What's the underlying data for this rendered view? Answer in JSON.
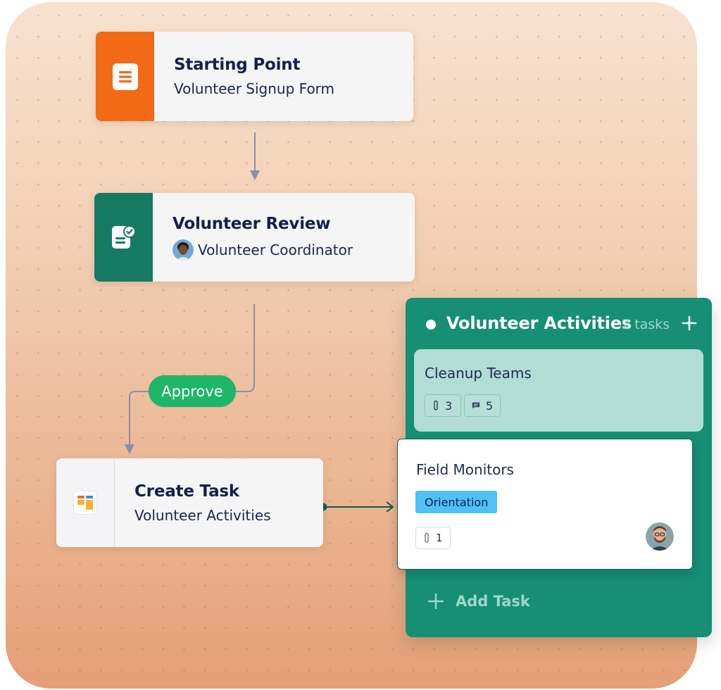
{
  "nodes": {
    "start": {
      "title": "Starting Point",
      "subtitle": "Volunteer Signup Form",
      "icon": "form-icon"
    },
    "review": {
      "title": "Volunteer Review",
      "assignee": "Volunteer Coordinator",
      "icon": "review-check-icon"
    },
    "create_task": {
      "title": "Create Task",
      "subtitle": "Volunteer Activities",
      "icon": "board-icon"
    }
  },
  "connector_label": "Approve",
  "panel": {
    "title": "Volunteer Activities",
    "count": "2 tasks",
    "add_label": "Add Task",
    "cards": [
      {
        "title": "Cleanup Teams",
        "attachments": "3",
        "comments": "5"
      },
      {
        "title": "Field Monitors",
        "tag": "Orientation",
        "attachments": "1"
      }
    ]
  },
  "colors": {
    "orange": "#f26a16",
    "green_dark": "#157a61",
    "panel_teal": "#168f74",
    "card_mint": "#b2ddd4",
    "approve_green": "#1fb668",
    "tag_blue": "#4fc1f5",
    "text_navy": "#14204a"
  }
}
